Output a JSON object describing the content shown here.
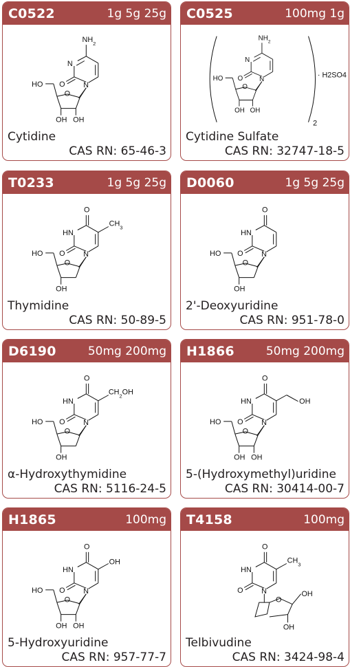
{
  "products": [
    {
      "code": "C0522",
      "sizes": "1g 5g 25g",
      "name": "Cytidine",
      "cas": "CAS RN: 65-46-3",
      "structure": {
        "base": "cytosine",
        "sugar": "ribose",
        "base_labels": [
          "NH2",
          "N",
          "O",
          "N"
        ],
        "sugar_labels": [
          "HO",
          "O",
          "OH",
          "OH"
        ]
      }
    },
    {
      "code": "C0525",
      "sizes": "100mg 1g",
      "name": "Cytidine Sulfate",
      "cas": "CAS RN: 32747-18-5",
      "structure": {
        "base": "cytosine",
        "sugar": "ribose",
        "base_labels": [
          "NH2",
          "N",
          "O",
          "N"
        ],
        "sugar_labels": [
          "HO",
          "O",
          "OH",
          "OH"
        ],
        "salt": "· H2SO4",
        "subscript": "2"
      }
    },
    {
      "code": "T0233",
      "sizes": "1g 5g 25g",
      "name": "Thymidine",
      "cas": "CAS RN: 50-89-5",
      "structure": {
        "base": "thymine",
        "sugar": "deoxyribose",
        "base_labels": [
          "O",
          "HN",
          "CH3",
          "O",
          "N"
        ],
        "sugar_labels": [
          "HO",
          "O",
          "OH"
        ]
      }
    },
    {
      "code": "D0060",
      "sizes": "1g 5g 25g",
      "name": "2'-Deoxyuridine",
      "cas": "CAS RN: 951-78-0",
      "structure": {
        "base": "uracil",
        "sugar": "deoxyribose",
        "base_labels": [
          "O",
          "HN",
          "O",
          "N"
        ],
        "sugar_labels": [
          "HO",
          "O",
          "OH"
        ]
      }
    },
    {
      "code": "D6190",
      "sizes": "50mg 200mg",
      "name": "α-Hydroxythymidine",
      "cas": "CAS RN: 5116-24-5",
      "structure": {
        "base": "hmuracil",
        "sugar": "deoxyribose",
        "base_labels": [
          "O",
          "HN",
          "CH2OH",
          "O",
          "N"
        ],
        "sugar_labels": [
          "HO",
          "O",
          "OH"
        ]
      }
    },
    {
      "code": "H1866",
      "sizes": "50mg 200mg",
      "name": "5-(Hydroxymethyl)uridine",
      "cas": "CAS RN: 30414-00-7",
      "structure": {
        "base": "hmuracil2",
        "sugar": "ribose",
        "base_labels": [
          "O",
          "HN",
          "OH",
          "O",
          "N"
        ],
        "sugar_labels": [
          "HO",
          "O",
          "OH",
          "OH"
        ]
      }
    },
    {
      "code": "H1865",
      "sizes": "100mg",
      "name": "5-Hydroxyuridine",
      "cas": "CAS RN: 957-77-7",
      "structure": {
        "base": "ohuracil",
        "sugar": "ribose",
        "base_labels": [
          "O",
          "HN",
          "OH",
          "O",
          "N"
        ],
        "sugar_labels": [
          "HO",
          "O",
          "OH",
          "OH"
        ]
      }
    },
    {
      "code": "T4158",
      "sizes": "100mg",
      "name": "Telbivudine",
      "cas": "CAS RN: 3424-98-4",
      "structure": {
        "base": "thymine",
        "sugar": "ldeoxy",
        "base_labels": [
          "O",
          "HN",
          "CH3",
          "O",
          "N"
        ],
        "sugar_labels": [
          "O",
          "OH",
          "OH"
        ]
      }
    }
  ],
  "colors": {
    "header": "#a54a48",
    "border": "#a54a48",
    "text": "#231f20"
  }
}
